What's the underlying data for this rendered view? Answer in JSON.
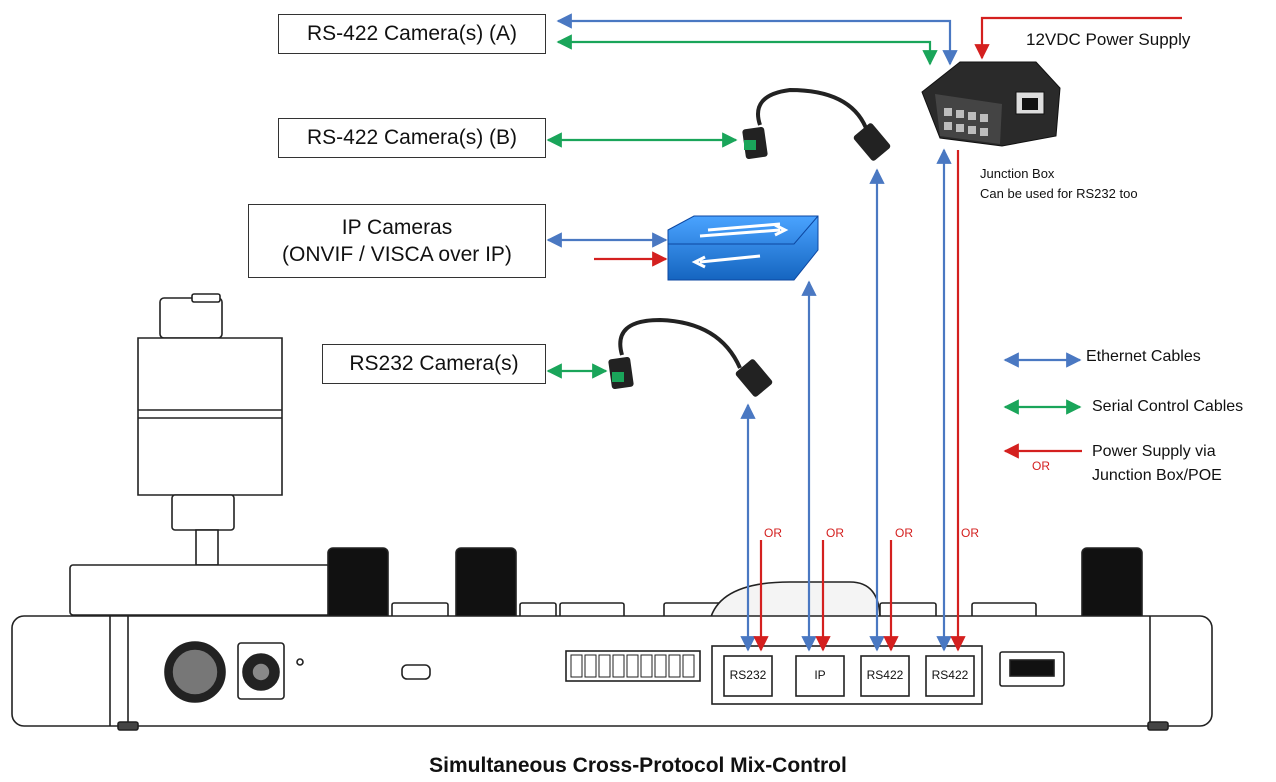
{
  "labels": {
    "cam_a": "RS-422 Camera(s) (A)",
    "cam_b": "RS-422 Camera(s) (B)",
    "ip_line1": "IP Cameras",
    "ip_line2": "(ONVIF / VISCA over IP)",
    "rs232": "RS232 Camera(s)",
    "power": "12VDC Power Supply",
    "jbox_line1": "Junction Box",
    "jbox_line2": "Can be used for RS232 too"
  },
  "legend": {
    "ethernet": "Ethernet Cables",
    "serial": "Serial Control Cables",
    "power_line1": "Power Supply via",
    "power_line2": "Junction Box/POE",
    "or": "OR"
  },
  "ports": [
    "RS232",
    "IP",
    "RS422",
    "RS422"
  ],
  "or_label": "OR",
  "caption": "Simultaneous Cross-Protocol Mix-Control",
  "colors": {
    "ethernet": "#4a78c2",
    "serial": "#1aa55a",
    "power": "#d4201f"
  }
}
